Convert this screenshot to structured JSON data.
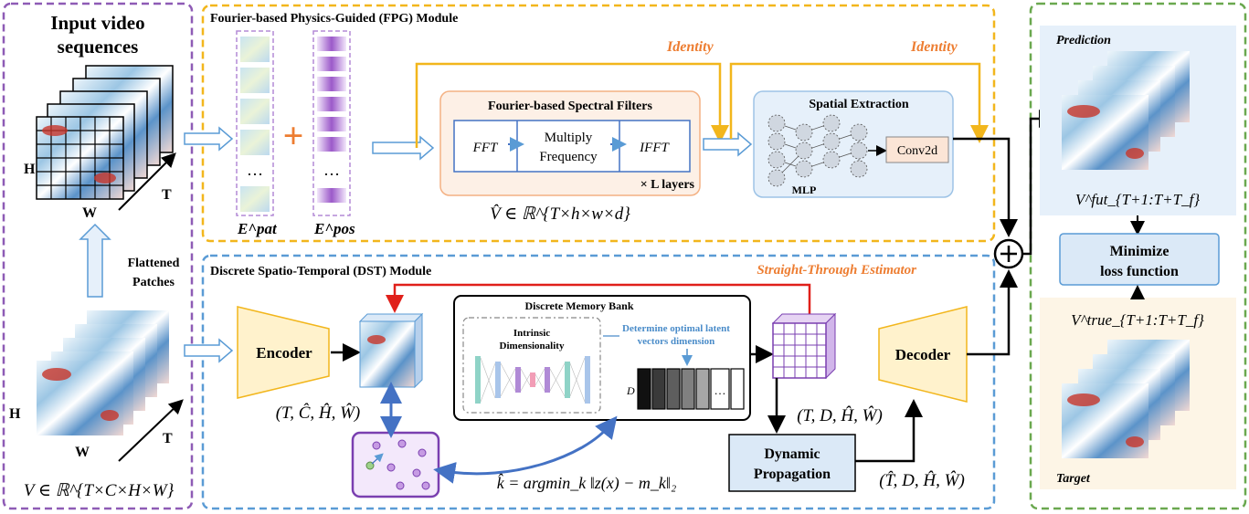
{
  "input_panel": {
    "title_line1": "Input video",
    "title_line2": "sequences",
    "axis_h": "H",
    "axis_w": "W",
    "axis_t": "T",
    "flattened_line1": "Flattened",
    "flattened_line2": "Patches",
    "formula": "V ∈ ℝ^{T×C×H×W}"
  },
  "fpg": {
    "title": "Fourier-based Physics-Guided (FPG) Module",
    "identity_1": "Identity",
    "identity_2": "Identity",
    "e_pat": "E^pat",
    "e_pos": "E^pos",
    "ellipsis": "…",
    "plus": "+",
    "spectral_title": "Fourier-based Spectral Filters",
    "fft": "FFT",
    "multiply_line1": "Multiply",
    "multiply_line2": "Frequency",
    "ifft": "IFFT",
    "layers": "× L layers",
    "v_hat_formula": "V̂ ∈ ℝ^{T×h×w×d}",
    "spatial_title": "Spatial Extraction",
    "mlp": "MLP",
    "conv2d": "Conv2d"
  },
  "dst": {
    "title": "Discrete Spatio-Temporal (DST) Module",
    "ste": "Straight-Through Estimator",
    "encoder": "Encoder",
    "enc_shape": "(T, Ĉ, Ĥ, Ŵ)",
    "memory_title": "Discrete Memory Bank",
    "intrinsic_line1": "Intrinsic",
    "intrinsic_line2": "Dimensionality",
    "determine_line1": "Determine optimal latent",
    "determine_line2": "vectors dimension",
    "d_label": "D",
    "dots": "…",
    "argmin_formula": "k̂ = argmin_k ‖z(x) − m_k‖₂",
    "latent_shape": "(T, D, Ĥ, Ŵ)",
    "dynamic_line1": "Dynamic",
    "dynamic_line2": "Propagation",
    "prop_shape": "(T̂, D, Ĥ, Ŵ)",
    "decoder": "Decoder"
  },
  "output_panel": {
    "prediction": "Prediction",
    "v_fut": "V^fut_{T+1:T+T_f}",
    "minimize_line1": "Minimize",
    "minimize_line2": "loss function",
    "v_true": "V^true_{T+1:T+T_f}",
    "target": "Target"
  },
  "colors": {
    "purple_border": "#8e5bb5",
    "yellow_border": "#f2b61c",
    "blue_border": "#5a9bd5",
    "green_border": "#6aa84f",
    "orange_text": "#ed7d31",
    "red_arrow": "#e0201a",
    "blue_arrow": "#4472c4"
  }
}
